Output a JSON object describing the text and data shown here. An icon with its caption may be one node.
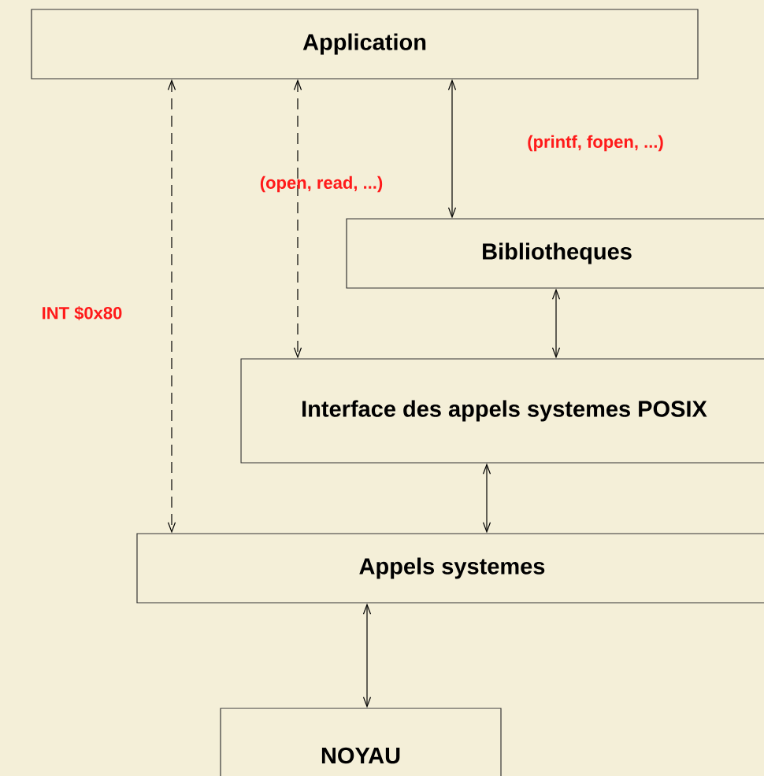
{
  "diagram": {
    "nodes": [
      {
        "text": [
          "Application"
        ]
      },
      {
        "text": [
          "Bibliotheques"
        ]
      },
      {
        "text": [
          "Interface des appels systemes POSIX"
        ]
      },
      {
        "text": [
          "Appels systemes"
        ]
      },
      {
        "text": [
          "NOYAU"
        ]
      }
    ],
    "edges": [
      {
        "from": 0,
        "to": 1,
        "arrow": "both",
        "label": "(printf, fopen, ...)"
      },
      {
        "from": 1,
        "to": 2,
        "arrow": "both"
      },
      {
        "from": 2,
        "to": 3,
        "arrow": "both"
      },
      {
        "from": 3,
        "to": 4,
        "arrow": "both"
      },
      {
        "from": 0,
        "to": 2,
        "arrow": "both",
        "style": "dashed",
        "label": "(open, read, ...)"
      },
      {
        "from": 0,
        "to": 3,
        "arrow": "both",
        "style": "dashed",
        "label": "INT $0x80"
      }
    ]
  }
}
